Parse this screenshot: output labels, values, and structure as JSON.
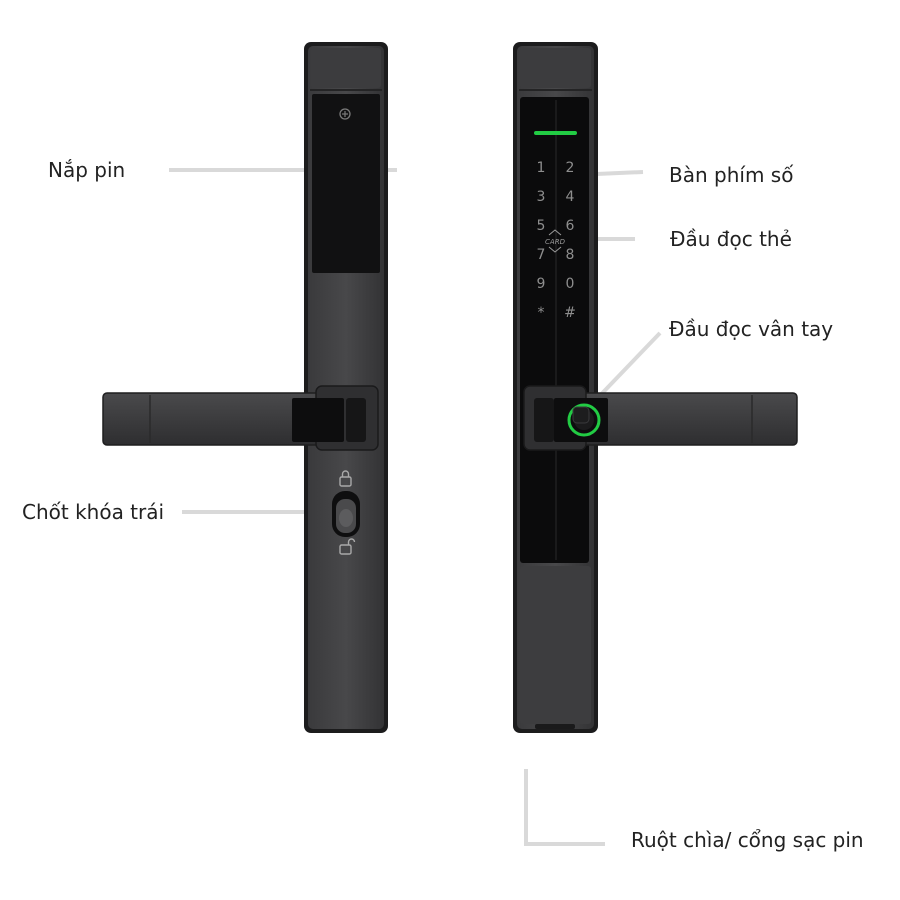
{
  "labels": {
    "battery_cover": "Nắp pin",
    "left_latch": "Chốt khóa trái",
    "keypad": "Bàn phím số",
    "card_reader": "Đầu đọc thẻ",
    "fingerprint_reader": "Đầu đọc vân tay",
    "key_cylinder_charging_port": "Ruột chìa/ cổng sạc pin"
  },
  "keypad_keys": [
    "1",
    "2",
    "3",
    "4",
    "5",
    "6",
    "7",
    "8",
    "9",
    "0",
    "*",
    "#"
  ],
  "card_mark": "CARD",
  "colors": {
    "body": "#2d2d2f",
    "panel": "#0b0b0c",
    "accent_green": "#22cc44",
    "leader_line": "#d9d9d9",
    "label_text": "#222222"
  }
}
